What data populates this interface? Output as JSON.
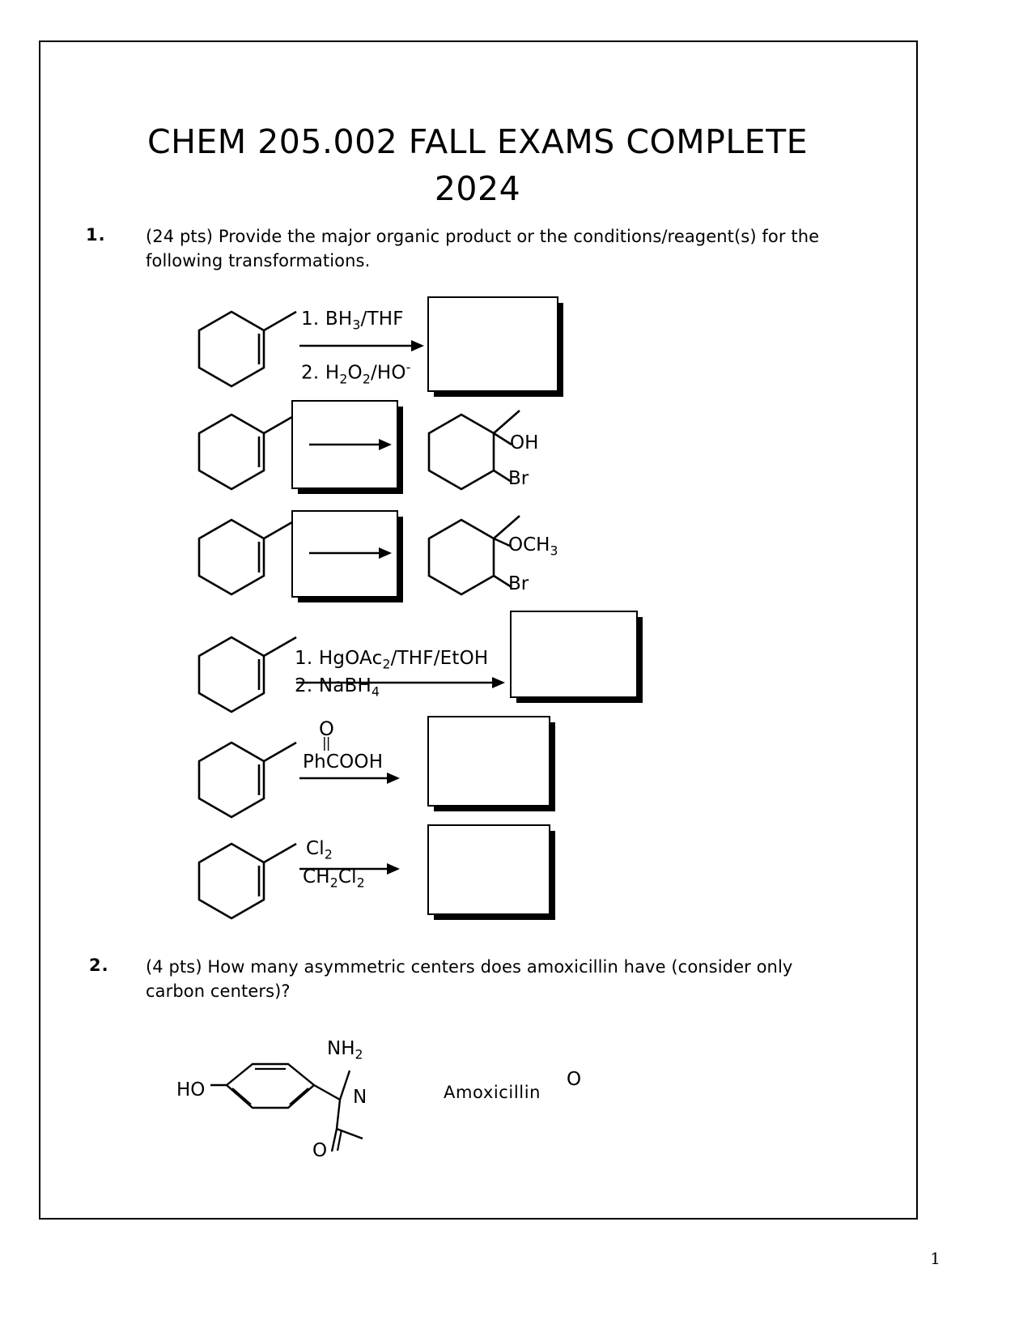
{
  "document": {
    "title": "CHEM 205.002 FALL EXAMS COMPLETE 2024",
    "page_number": "1"
  },
  "questions": [
    {
      "number": "1.",
      "text": "(24 pts) Provide the major organic product or the conditions/reagent(s) for the following transformations."
    },
    {
      "number": "2.",
      "text": "(4 pts) How many asymmetric centers does amoxicillin have (consider only carbon centers)?"
    }
  ],
  "reactions": [
    {
      "id": "reaction-1",
      "substrate": "1-methylcyclohexene",
      "reagent_top": "1. BH3/THF",
      "reagent_bottom": "2. H2O2/HO-",
      "product": "answer-box-blank"
    },
    {
      "id": "reaction-2",
      "substrate": "1-methylcyclohexene",
      "reagent_top": "",
      "reagent_bottom": "",
      "product": "1-methyl-2-bromocyclohexanol",
      "product_labels": [
        "OH",
        "Br"
      ]
    },
    {
      "id": "reaction-3",
      "substrate": "1-methylcyclohexene",
      "reagent_top": "",
      "reagent_bottom": "",
      "product": "2-bromo-1-methoxy-1-methylcyclohexane",
      "product_labels": [
        "OCH3",
        "Br"
      ]
    },
    {
      "id": "reaction-4",
      "substrate": "1-methylcyclohexene",
      "reagent_top": "1. HgOAc2/THF/EtOH",
      "reagent_bottom": "2. NaBH4",
      "product": "answer-box-blank"
    },
    {
      "id": "reaction-5",
      "substrate": "1-methylcyclohexene",
      "reagent_top": "O",
      "reagent_middle": "||",
      "reagent_bottom": "PhCOOH",
      "product": "answer-box-blank"
    },
    {
      "id": "reaction-6",
      "substrate": "1-methylcyclohexene",
      "reagent_top": "Cl2",
      "reagent_bottom": "CH2Cl2",
      "product": "answer-box-blank"
    }
  ],
  "amoxicillin": {
    "name": "Amoxicillin",
    "labels": {
      "hydroxyl": "HO",
      "amine": "NH2",
      "carbonyl_oxygen": "O",
      "amide_nitrogen": "N",
      "right_oxygen": "O"
    }
  }
}
